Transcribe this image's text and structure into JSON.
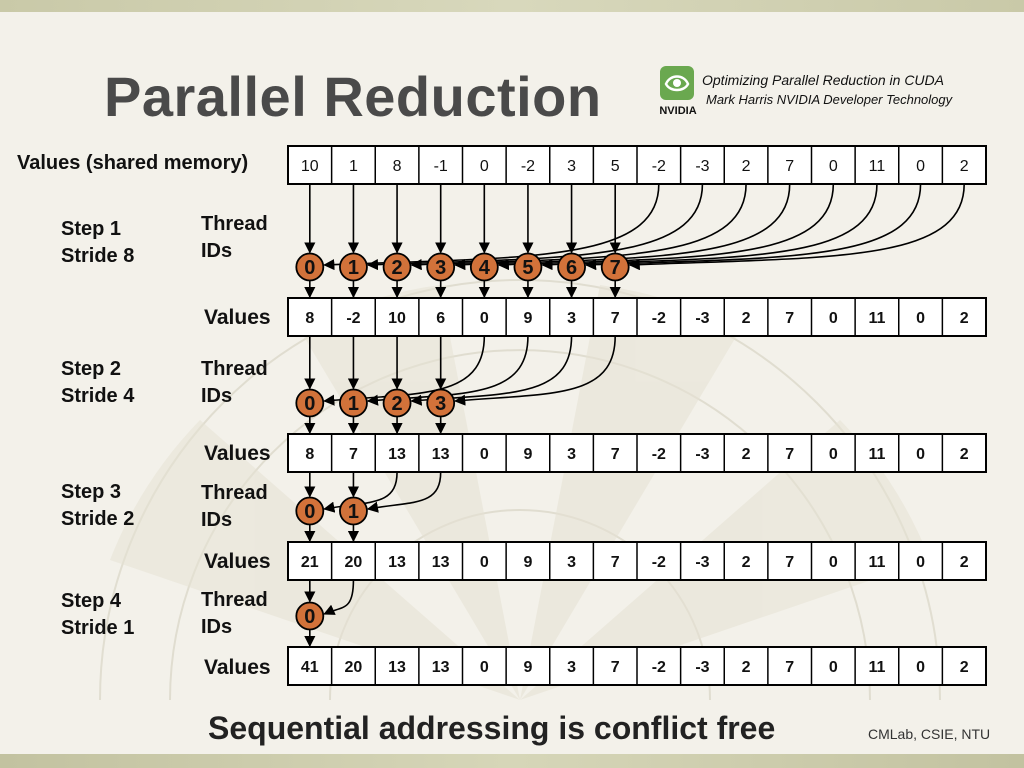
{
  "title": "Parallel Reduction",
  "reference": {
    "line1": "Optimizing Parallel Reduction in CUDA",
    "line2": "Mark Harris NVIDIA Developer Technology",
    "logo_icon": "nvidia-logo-icon",
    "logo_text": "NVIDIA"
  },
  "initial_label": "Values (shared memory)",
  "initial_values": [
    "10",
    "1",
    "8",
    "-1",
    "0",
    "-2",
    "3",
    "5",
    "-2",
    "-3",
    "2",
    "7",
    "0",
    "11",
    "0",
    "2"
  ],
  "steps": [
    {
      "label1": "Step 1",
      "label2": "Stride 8",
      "thread_label1": "Thread",
      "thread_label2": "IDs",
      "threads": [
        "0",
        "1",
        "2",
        "3",
        "4",
        "5",
        "6",
        "7"
      ],
      "stride": 8,
      "values_label": "Values",
      "values": [
        "8",
        "-2",
        "10",
        "6",
        "0",
        "9",
        "3",
        "7",
        "-2",
        "-3",
        "2",
        "7",
        "0",
        "11",
        "0",
        "2"
      ]
    },
    {
      "label1": "Step 2",
      "label2": "Stride 4",
      "thread_label1": "Thread",
      "thread_label2": "IDs",
      "threads": [
        "0",
        "1",
        "2",
        "3"
      ],
      "stride": 4,
      "values_label": "Values",
      "values": [
        "8",
        "7",
        "13",
        "13",
        "0",
        "9",
        "3",
        "7",
        "-2",
        "-3",
        "2",
        "7",
        "0",
        "11",
        "0",
        "2"
      ]
    },
    {
      "label1": "Step 3",
      "label2": "Stride 2",
      "thread_label1": "Thread",
      "thread_label2": "IDs",
      "threads": [
        "0",
        "1"
      ],
      "stride": 2,
      "values_label": "Values",
      "values": [
        "21",
        "20",
        "13",
        "13",
        "0",
        "9",
        "3",
        "7",
        "-2",
        "-3",
        "2",
        "7",
        "0",
        "11",
        "0",
        "2"
      ]
    },
    {
      "label1": "Step 4",
      "label2": "Stride 1",
      "thread_label1": "Thread",
      "thread_label2": "IDs",
      "threads": [
        "0"
      ],
      "stride": 1,
      "values_label": "Values",
      "values": [
        "41",
        "20",
        "13",
        "13",
        "0",
        "9",
        "3",
        "7",
        "-2",
        "-3",
        "2",
        "7",
        "0",
        "11",
        "0",
        "2"
      ]
    }
  ],
  "colors": {
    "thread_fill": "#d2723a",
    "cell_border": "#000000",
    "arrow": "#000000",
    "title": "#4a4a4a"
  },
  "footer": {
    "main": "Sequential addressing is conflict free",
    "credit": "CMLab, CSIE, NTU"
  }
}
